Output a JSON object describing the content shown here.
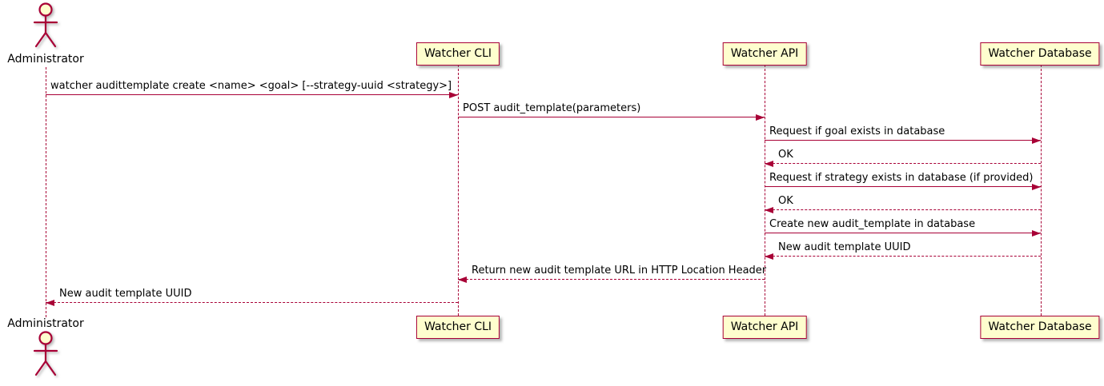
{
  "diagram_type": "sequence",
  "colors": {
    "participant_fill": "#FEFECE",
    "border": "#A80036",
    "arrow": "#A80036",
    "text": "#000000"
  },
  "actor": {
    "label": "Administrator"
  },
  "participants": [
    {
      "label": "Watcher CLI"
    },
    {
      "label": "Watcher API"
    },
    {
      "label": "Watcher Database"
    }
  ],
  "messages": [
    {
      "from": "Administrator",
      "to": "Watcher CLI",
      "style": "solid",
      "label": "watcher audittemplate create <name> <goal> [--strategy-uuid <strategy>]"
    },
    {
      "from": "Watcher CLI",
      "to": "Watcher API",
      "style": "solid",
      "label": "POST audit_template(parameters)"
    },
    {
      "from": "Watcher API",
      "to": "Watcher Database",
      "style": "solid",
      "label": "Request if goal exists in database"
    },
    {
      "from": "Watcher Database",
      "to": "Watcher API",
      "style": "dashed",
      "label": "OK"
    },
    {
      "from": "Watcher API",
      "to": "Watcher Database",
      "style": "solid",
      "label": "Request if strategy exists in database (if provided)"
    },
    {
      "from": "Watcher Database",
      "to": "Watcher API",
      "style": "dashed",
      "label": "OK"
    },
    {
      "from": "Watcher API",
      "to": "Watcher Database",
      "style": "solid",
      "label": "Create new audit_template in database"
    },
    {
      "from": "Watcher Database",
      "to": "Watcher API",
      "style": "dashed",
      "label": "New audit template UUID"
    },
    {
      "from": "Watcher API",
      "to": "Watcher CLI",
      "style": "dashed",
      "label": "Return new audit template URL in HTTP Location Header"
    },
    {
      "from": "Watcher CLI",
      "to": "Administrator",
      "style": "dashed",
      "label": "New audit template UUID"
    }
  ]
}
